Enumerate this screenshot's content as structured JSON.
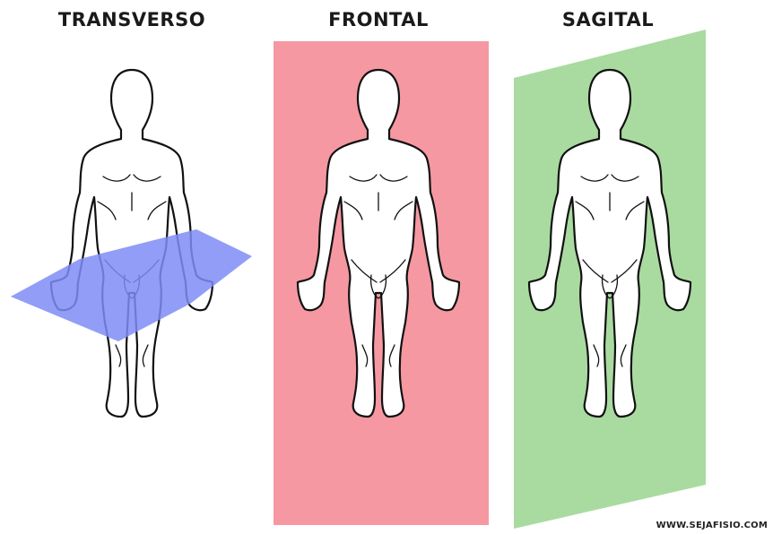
{
  "panels": [
    {
      "title": "TRANSVERSO",
      "plane_color": "#7e8cf5"
    },
    {
      "title": "FRONTAL",
      "plane_color": "#f598a2"
    },
    {
      "title": "SAGITAL",
      "plane_color": "#a9dba0"
    }
  ],
  "footer": {
    "website": "WWW.SEJAFISIO.COM"
  }
}
